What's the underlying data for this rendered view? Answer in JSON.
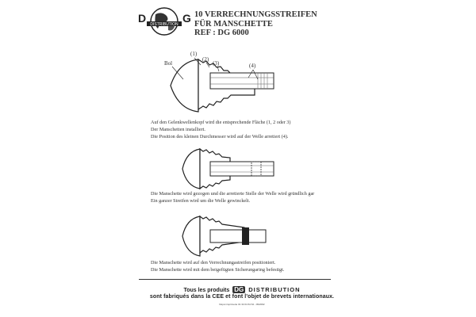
{
  "logo": {
    "text": "DG",
    "subtext": "DISTRIBUTION"
  },
  "header": {
    "line1": "10 VERRECHNUNGSSTREIFEN",
    "line2": "FÜR MANSCHETTE",
    "line3": "REF : DG 6000"
  },
  "diagram1": {
    "labels": {
      "bol": "Bol",
      "l1": "(1)",
      "l2": "(2)",
      "l3": "(3)",
      "l4": "(4)"
    },
    "caption": [
      "Auf den Gelenkwellenkopf wird die entsprechende Fläche (1, 2 oder 3)",
      "Der Manschetten installiert.",
      "Die Position des kleinen Durchmesser wird auf der Welle arretiert (4)."
    ]
  },
  "diagram2": {
    "caption": [
      "Die Manschette wird gezogen und die arretierte Stelle der Welle wird gründlich gar",
      "Ein ganzer Streifen wird um die Welle gewinckelt."
    ]
  },
  "diagram3": {
    "caption": [
      "Die Manschette wird auf den Verrechnungastreifen positioniert.",
      "Die Manschette wird mit dem beigefügten Sicherungaring befestigt."
    ]
  },
  "footer": {
    "prefix": "Tous les produits",
    "brand": "DG",
    "brand_word": "DISTRIBUTION",
    "line2": "sont fabriqués dans la CEE et font l'objet de brevets internationaux.",
    "line3": "Dépot imprimerie 01 34 64 64 64 - 09/2002"
  }
}
